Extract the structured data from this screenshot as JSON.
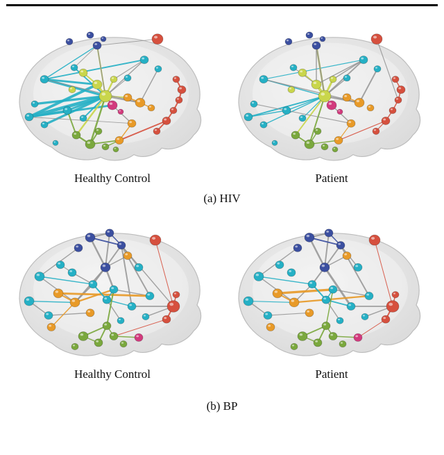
{
  "figure": {
    "sub_a": "(a) HIV",
    "sub_b": "(b) BP"
  },
  "colors": {
    "blue": "#3b4fa0",
    "cyan": "#25b0c5",
    "yellow": "#c9d64b",
    "orange": "#e89a28",
    "green": "#7aa83d",
    "red": "#d6503e",
    "pink": "#d23a7d",
    "gray": "#8f8f8f",
    "brain_edge": "#bcbcbc"
  },
  "layouts": {
    "hiv": [
      [
        88,
        32,
        5,
        "blue"
      ],
      [
        118,
        22,
        5,
        "blue"
      ],
      [
        128,
        38,
        6,
        "blue"
      ],
      [
        137,
        28,
        4,
        "blue"
      ],
      [
        215,
        28,
        8,
        "red"
      ],
      [
        196,
        60,
        6,
        "cyan"
      ],
      [
        216,
        74,
        5,
        "cyan"
      ],
      [
        52,
        90,
        6,
        "cyan"
      ],
      [
        38,
        128,
        5,
        "cyan"
      ],
      [
        30,
        148,
        6,
        "cyan"
      ],
      [
        52,
        160,
        5,
        "cyan"
      ],
      [
        95,
        72,
        5,
        "cyan"
      ],
      [
        108,
        80,
        6,
        "yellow"
      ],
      [
        128,
        98,
        7,
        "yellow"
      ],
      [
        152,
        90,
        5,
        "yellow"
      ],
      [
        140,
        116,
        9,
        "yellow"
      ],
      [
        92,
        106,
        5,
        "yellow"
      ],
      [
        150,
        130,
        7,
        "pink"
      ],
      [
        162,
        140,
        4,
        "pink"
      ],
      [
        172,
        118,
        6,
        "orange"
      ],
      [
        190,
        126,
        7,
        "orange"
      ],
      [
        206,
        134,
        5,
        "orange"
      ],
      [
        178,
        158,
        6,
        "orange"
      ],
      [
        160,
        184,
        6,
        "orange"
      ],
      [
        85,
        138,
        6,
        "cyan"
      ],
      [
        108,
        150,
        5,
        "cyan"
      ],
      [
        98,
        176,
        6,
        "green"
      ],
      [
        118,
        190,
        7,
        "green"
      ],
      [
        140,
        194,
        5,
        "green"
      ],
      [
        155,
        198,
        4,
        "green"
      ],
      [
        130,
        170,
        5,
        "green"
      ],
      [
        242,
        90,
        5,
        "red"
      ],
      [
        250,
        106,
        6,
        "red"
      ],
      [
        246,
        122,
        5,
        "red"
      ],
      [
        238,
        138,
        5,
        "red"
      ],
      [
        228,
        154,
        6,
        "red"
      ],
      [
        214,
        170,
        5,
        "red"
      ],
      [
        68,
        188,
        4,
        "cyan"
      ],
      [
        172,
        88,
        5,
        "cyan"
      ]
    ],
    "bp": [
      [
        118,
        32,
        7,
        "blue"
      ],
      [
        146,
        25,
        6,
        "blue"
      ],
      [
        163,
        44,
        6,
        "blue"
      ],
      [
        101,
        48,
        6,
        "blue"
      ],
      [
        140,
        78,
        7,
        "blue"
      ],
      [
        212,
        36,
        8,
        "red"
      ],
      [
        172,
        60,
        6,
        "orange"
      ],
      [
        188,
        78,
        6,
        "cyan"
      ],
      [
        92,
        86,
        6,
        "cyan"
      ],
      [
        45,
        92,
        7,
        "cyan"
      ],
      [
        30,
        130,
        7,
        "cyan"
      ],
      [
        58,
        152,
        6,
        "cyan"
      ],
      [
        72,
        118,
        7,
        "orange"
      ],
      [
        96,
        132,
        7,
        "orange"
      ],
      [
        62,
        170,
        6,
        "orange"
      ],
      [
        118,
        148,
        6,
        "orange"
      ],
      [
        122,
        104,
        6,
        "cyan"
      ],
      [
        152,
        112,
        6,
        "cyan"
      ],
      [
        142,
        128,
        6,
        "cyan"
      ],
      [
        178,
        138,
        6,
        "cyan"
      ],
      [
        204,
        122,
        6,
        "cyan"
      ],
      [
        198,
        154,
        5,
        "cyan"
      ],
      [
        162,
        160,
        5,
        "cyan"
      ],
      [
        238,
        138,
        9,
        "red"
      ],
      [
        228,
        158,
        6,
        "red"
      ],
      [
        242,
        120,
        5,
        "red"
      ],
      [
        108,
        184,
        7,
        "green"
      ],
      [
        130,
        194,
        6,
        "green"
      ],
      [
        152,
        184,
        6,
        "green"
      ],
      [
        96,
        200,
        5,
        "green"
      ],
      [
        142,
        168,
        6,
        "green"
      ],
      [
        188,
        186,
        6,
        "pink"
      ],
      [
        166,
        196,
        5,
        "green"
      ],
      [
        75,
        74,
        6,
        "cyan"
      ]
    ]
  },
  "panels": [
    {
      "id": "hiv-healthy",
      "layout": "hiv",
      "caption": "Healthy Control",
      "edges": [
        [
          9,
          15,
          5,
          "cyan"
        ],
        [
          9,
          13,
          4,
          "cyan"
        ],
        [
          8,
          15,
          3.5,
          "cyan"
        ],
        [
          7,
          15,
          3.5,
          "cyan"
        ],
        [
          10,
          15,
          3.5,
          "cyan"
        ],
        [
          9,
          17,
          3,
          "cyan"
        ],
        [
          7,
          13,
          3,
          "cyan"
        ],
        [
          24,
          15,
          3,
          "cyan"
        ],
        [
          9,
          24,
          2.5,
          "cyan"
        ],
        [
          7,
          5,
          2,
          "cyan"
        ],
        [
          11,
          15,
          2,
          "cyan"
        ],
        [
          25,
          15,
          2,
          "cyan"
        ],
        [
          7,
          2,
          1.5,
          "cyan"
        ],
        [
          15,
          13,
          3,
          "yellow"
        ],
        [
          15,
          14,
          2.5,
          "yellow"
        ],
        [
          15,
          2,
          2,
          "yellow"
        ],
        [
          13,
          12,
          2,
          "yellow"
        ],
        [
          15,
          26,
          2.5,
          "yellow"
        ],
        [
          15,
          19,
          2,
          "yellow"
        ],
        [
          26,
          27,
          2.5,
          "green"
        ],
        [
          27,
          15,
          2.5,
          "green"
        ],
        [
          27,
          23,
          2,
          "green"
        ],
        [
          26,
          24,
          2,
          "green"
        ],
        [
          30,
          27,
          2,
          "green"
        ],
        [
          28,
          23,
          1.5,
          "green"
        ],
        [
          2,
          15,
          1.5,
          "gray"
        ],
        [
          5,
          15,
          1.5,
          "gray"
        ],
        [
          6,
          20,
          1.5,
          "gray"
        ],
        [
          15,
          20,
          2,
          "gray"
        ],
        [
          14,
          5,
          1.2,
          "gray"
        ],
        [
          11,
          2,
          1,
          "gray"
        ],
        [
          17,
          22,
          1.5,
          "gray"
        ],
        [
          38,
          15,
          1.2,
          "gray"
        ],
        [
          4,
          2,
          1,
          "gray"
        ],
        [
          7,
          20,
          1.2,
          "gray"
        ],
        [
          9,
          22,
          1,
          "gray"
        ],
        [
          19,
          20,
          2,
          "orange"
        ],
        [
          20,
          21,
          1.5,
          "orange"
        ],
        [
          22,
          23,
          1.5,
          "orange"
        ],
        [
          31,
          32,
          2,
          "red"
        ],
        [
          32,
          33,
          2,
          "red"
        ],
        [
          33,
          34,
          2,
          "red"
        ],
        [
          34,
          35,
          2,
          "red"
        ],
        [
          35,
          36,
          2,
          "red"
        ],
        [
          35,
          23,
          2,
          "red"
        ],
        [
          17,
          15,
          1.5,
          "pink"
        ]
      ]
    },
    {
      "id": "hiv-patient",
      "layout": "hiv",
      "caption": "Patient",
      "edges": [
        [
          9,
          15,
          2,
          "cyan"
        ],
        [
          7,
          15,
          1.5,
          "cyan"
        ],
        [
          10,
          15,
          1.5,
          "cyan"
        ],
        [
          24,
          15,
          1.5,
          "cyan"
        ],
        [
          9,
          24,
          1.5,
          "cyan"
        ],
        [
          25,
          15,
          1.2,
          "cyan"
        ],
        [
          7,
          5,
          1.2,
          "cyan"
        ],
        [
          15,
          13,
          4,
          "yellow"
        ],
        [
          15,
          14,
          3,
          "yellow"
        ],
        [
          15,
          2,
          2.5,
          "yellow"
        ],
        [
          13,
          12,
          2,
          "yellow"
        ],
        [
          15,
          26,
          2,
          "yellow"
        ],
        [
          26,
          27,
          2,
          "green"
        ],
        [
          27,
          15,
          2,
          "green"
        ],
        [
          27,
          23,
          1.5,
          "green"
        ],
        [
          30,
          27,
          1.5,
          "green"
        ],
        [
          2,
          15,
          2,
          "gray"
        ],
        [
          5,
          15,
          2,
          "gray"
        ],
        [
          6,
          20,
          2,
          "gray"
        ],
        [
          15,
          20,
          2.5,
          "gray"
        ],
        [
          14,
          5,
          1.5,
          "gray"
        ],
        [
          38,
          15,
          1.5,
          "gray"
        ],
        [
          17,
          22,
          1.5,
          "gray"
        ],
        [
          11,
          13,
          1.2,
          "gray"
        ],
        [
          4,
          33,
          1.2,
          "gray"
        ],
        [
          2,
          13,
          1.5,
          "gray"
        ],
        [
          5,
          13,
          1.5,
          "gray"
        ],
        [
          7,
          20,
          1.5,
          "gray"
        ],
        [
          8,
          22,
          1.2,
          "gray"
        ],
        [
          19,
          20,
          1.5,
          "orange"
        ],
        [
          22,
          23,
          1.2,
          "orange"
        ],
        [
          31,
          32,
          1.5,
          "red"
        ],
        [
          32,
          33,
          1.5,
          "red"
        ],
        [
          33,
          34,
          1.5,
          "red"
        ],
        [
          34,
          35,
          1.5,
          "red"
        ],
        [
          35,
          36,
          1.2,
          "red"
        ],
        [
          35,
          23,
          1.2,
          "red"
        ],
        [
          17,
          15,
          1.2,
          "pink"
        ]
      ]
    },
    {
      "id": "bp-healthy",
      "layout": "bp",
      "caption": "Healthy Control",
      "edges": [
        [
          0,
          4,
          2.5,
          "gray"
        ],
        [
          1,
          4,
          2,
          "gray"
        ],
        [
          2,
          4,
          2,
          "gray"
        ],
        [
          0,
          1,
          2,
          "gray"
        ],
        [
          2,
          20,
          2,
          "gray"
        ],
        [
          4,
          17,
          2.5,
          "gray"
        ],
        [
          4,
          16,
          2,
          "gray"
        ],
        [
          2,
          19,
          2,
          "gray"
        ],
        [
          19,
          23,
          2,
          "gray"
        ],
        [
          3,
          9,
          1.5,
          "gray"
        ],
        [
          9,
          13,
          1.5,
          "gray"
        ],
        [
          10,
          11,
          1.5,
          "gray"
        ],
        [
          17,
          20,
          1.5,
          "gray"
        ],
        [
          18,
          22,
          1.5,
          "gray"
        ],
        [
          7,
          2,
          1.5,
          "gray"
        ],
        [
          6,
          4,
          1.5,
          "gray"
        ],
        [
          16,
          13,
          2,
          "gray"
        ],
        [
          8,
          16,
          1.5,
          "gray"
        ],
        [
          33,
          8,
          1.2,
          "gray"
        ],
        [
          21,
          23,
          1.5,
          "gray"
        ],
        [
          11,
          15,
          1.5,
          "gray"
        ],
        [
          4,
          13,
          2,
          "gray"
        ],
        [
          2,
          23,
          1.5,
          "gray"
        ],
        [
          12,
          20,
          3,
          "orange"
        ],
        [
          13,
          17,
          2.5,
          "orange"
        ],
        [
          12,
          13,
          2,
          "orange"
        ],
        [
          14,
          13,
          1.5,
          "orange"
        ],
        [
          16,
          18,
          2,
          "cyan"
        ],
        [
          9,
          16,
          1.5,
          "cyan"
        ],
        [
          10,
          13,
          1.5,
          "cyan"
        ],
        [
          18,
          19,
          1.5,
          "cyan"
        ],
        [
          17,
          18,
          1.5,
          "cyan"
        ],
        [
          26,
          30,
          2,
          "green"
        ],
        [
          27,
          30,
          2,
          "green"
        ],
        [
          30,
          17,
          2,
          "green"
        ],
        [
          28,
          31,
          1.5,
          "green"
        ],
        [
          26,
          27,
          1.5,
          "green"
        ],
        [
          28,
          30,
          1.5,
          "green"
        ],
        [
          23,
          24,
          2,
          "red"
        ],
        [
          5,
          23,
          1,
          "red"
        ],
        [
          24,
          28,
          1,
          "red"
        ],
        [
          23,
          25,
          1.5,
          "red"
        ],
        [
          0,
          2,
          2,
          "blue"
        ],
        [
          1,
          2,
          1.5,
          "blue"
        ]
      ]
    },
    {
      "id": "bp-patient",
      "layout": "bp",
      "caption": "Patient",
      "edges": [
        [
          0,
          4,
          2.5,
          "gray"
        ],
        [
          1,
          4,
          2,
          "gray"
        ],
        [
          4,
          19,
          3,
          "gray"
        ],
        [
          2,
          20,
          2,
          "gray"
        ],
        [
          0,
          1,
          2,
          "gray"
        ],
        [
          2,
          4,
          2,
          "gray"
        ],
        [
          19,
          23,
          2,
          "gray"
        ],
        [
          17,
          20,
          1.5,
          "gray"
        ],
        [
          7,
          2,
          1.5,
          "gray"
        ],
        [
          6,
          4,
          1.5,
          "gray"
        ],
        [
          9,
          13,
          1.5,
          "gray"
        ],
        [
          10,
          11,
          1.5,
          "gray"
        ],
        [
          3,
          9,
          1.5,
          "gray"
        ],
        [
          16,
          13,
          1.5,
          "gray"
        ],
        [
          21,
          23,
          1.5,
          "gray"
        ],
        [
          18,
          22,
          1.5,
          "gray"
        ],
        [
          4,
          16,
          2,
          "gray"
        ],
        [
          11,
          15,
          1.2,
          "gray"
        ],
        [
          12,
          17,
          3.5,
          "orange"
        ],
        [
          13,
          20,
          2.5,
          "orange"
        ],
        [
          12,
          13,
          2,
          "orange"
        ],
        [
          16,
          18,
          2,
          "cyan"
        ],
        [
          18,
          19,
          2,
          "cyan"
        ],
        [
          9,
          16,
          1.5,
          "cyan"
        ],
        [
          17,
          18,
          1.5,
          "cyan"
        ],
        [
          10,
          13,
          1.2,
          "cyan"
        ],
        [
          26,
          30,
          2,
          "green"
        ],
        [
          27,
          30,
          2,
          "green"
        ],
        [
          28,
          30,
          1.5,
          "green"
        ],
        [
          28,
          31,
          1.5,
          "green"
        ],
        [
          26,
          27,
          1.5,
          "green"
        ],
        [
          30,
          17,
          1.5,
          "green"
        ],
        [
          23,
          24,
          2,
          "red"
        ],
        [
          5,
          23,
          1,
          "red"
        ],
        [
          23,
          25,
          1.5,
          "red"
        ],
        [
          24,
          31,
          1,
          "red"
        ],
        [
          0,
          2,
          2,
          "blue"
        ],
        [
          1,
          2,
          1.5,
          "blue"
        ]
      ]
    }
  ]
}
